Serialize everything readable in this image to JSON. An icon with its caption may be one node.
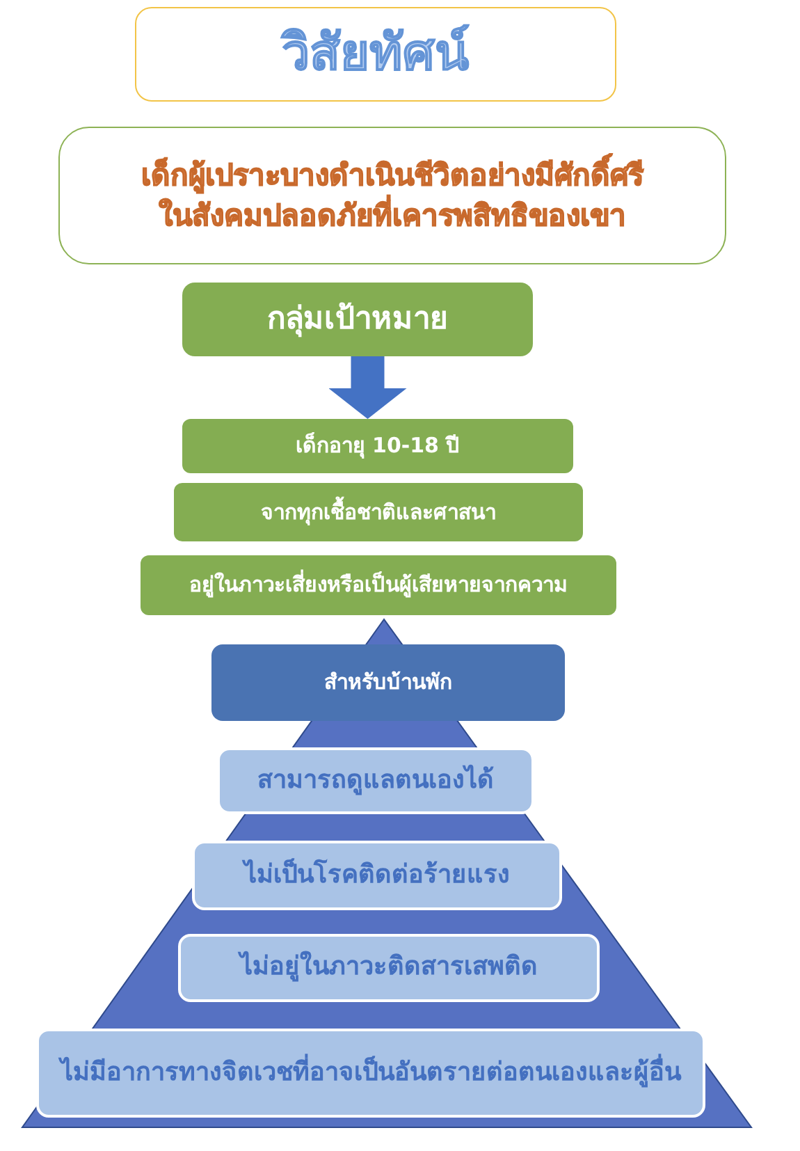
{
  "diagram": {
    "nodes": [
      {
        "text": [
          "วิสัยทัศน์"
        ]
      },
      {
        "text": [
          "เด็กผู้เปราะบางดำเนินชีวิตอย่างมีศักดิ์ศรีในสังคมปลอดภัยที่เคารพสิทธิของเขา"
        ]
      },
      {
        "text": [
          "กลุ่มเป้าหมาย"
        ]
      },
      {
        "text": [
          "เด็กอายุ 10-18 ปี"
        ]
      },
      {
        "text": [
          "จากทุกเชื้อชาติและศาสนา"
        ]
      },
      {
        "text": [
          "อยู่ในภาวะเสี่ยงหรือเป็นผู้เสียหายจากความ"
        ]
      },
      {
        "text": [
          "สำหรับบ้านพัก"
        ]
      },
      {
        "text": [
          "สามารถดูแลตนเองได้"
        ]
      },
      {
        "text": [
          "ไม่เป็นโรคติดต่อร้ายแรง"
        ]
      },
      {
        "text": [
          "ไม่อยู่ในภาวะติดสารเสพติด"
        ]
      },
      {
        "text": [
          "ไม่มีอาการทางจิตเวชที่อาจเป็นอันตรายต่อตนเองและผู้อื่น"
        ]
      }
    ],
    "edges": [
      {
        "from": 2,
        "to": 3,
        "arrow": "to"
      }
    ]
  }
}
